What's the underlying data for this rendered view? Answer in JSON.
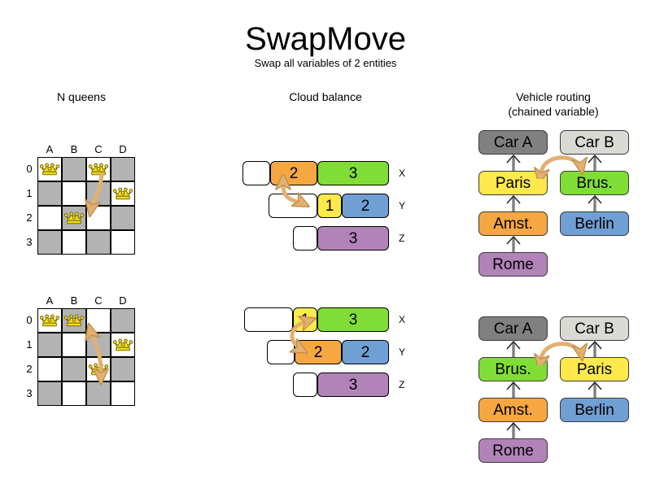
{
  "title": "SwapMove",
  "subtitle": "Swap all variables of 2 entities",
  "headers": {
    "nqueens": "N queens",
    "cloud": "Cloud balance",
    "vrp_line1": "Vehicle routing",
    "vrp_line2": "(chained variable)"
  },
  "colors": {
    "orange": "#f6a741",
    "green": "#80dd36",
    "yellow": "#fde94c",
    "blue": "#6f9fd3",
    "purple": "#b183b8",
    "gray_dark": "#808080",
    "gray_light": "#d9dad4",
    "board_dark": "#b3b3b3",
    "board_light": "#ffffff",
    "arrow": "#e2b070",
    "queen": "#f2dd1e"
  },
  "nqueens": {
    "column_labels": [
      "A",
      "B",
      "C",
      "D"
    ],
    "row_labels": [
      "0",
      "1",
      "2",
      "3"
    ],
    "before": {
      "queens": [
        {
          "col": 0,
          "row": 0,
          "name": "queen-a0"
        },
        {
          "col": 2,
          "row": 0,
          "name": "queen-c0"
        },
        {
          "col": 3,
          "row": 1,
          "name": "queen-d1"
        },
        {
          "col": 1,
          "row": 2,
          "name": "queen-b2"
        }
      ],
      "swap": {
        "from": "C0",
        "to": "B2",
        "direction": "single"
      }
    },
    "after": {
      "queens": [
        {
          "col": 0,
          "row": 0,
          "name": "queen-a0"
        },
        {
          "col": 1,
          "row": 0,
          "name": "queen-b0"
        },
        {
          "col": 3,
          "row": 1,
          "name": "queen-d1"
        },
        {
          "col": 2,
          "row": 2,
          "name": "queen-c2"
        }
      ],
      "swap": {
        "from": "B0",
        "to": "C2",
        "direction": "double"
      }
    }
  },
  "cloud": {
    "before": [
      {
        "label": "X",
        "segments": [
          {
            "value": "",
            "color": "white",
            "width": 34
          },
          {
            "value": "2",
            "color": "orange",
            "width": 58
          },
          {
            "value": "3",
            "color": "green",
            "width": 88
          }
        ]
      },
      {
        "label": "Y",
        "segments": [
          {
            "value": "",
            "color": "white",
            "width": 60
          },
          {
            "value": "1",
            "color": "yellow",
            "width": 30
          },
          {
            "value": "2",
            "color": "blue",
            "width": 58
          }
        ]
      },
      {
        "label": "Z",
        "segments": [
          {
            "value": "",
            "color": "white",
            "width": 30
          },
          {
            "value": "3",
            "color": "purple",
            "width": 88
          }
        ]
      }
    ],
    "after": [
      {
        "label": "X",
        "segments": [
          {
            "value": "",
            "color": "white",
            "width": 60
          },
          {
            "value": "1",
            "color": "yellow",
            "width": 30
          },
          {
            "value": "3",
            "color": "green",
            "width": 88
          }
        ]
      },
      {
        "label": "Y",
        "segments": [
          {
            "value": "",
            "color": "white",
            "width": 34
          },
          {
            "value": "2",
            "color": "orange",
            "width": 58
          },
          {
            "value": "2",
            "color": "blue",
            "width": 58
          }
        ]
      },
      {
        "label": "Z",
        "segments": [
          {
            "value": "",
            "color": "white",
            "width": 30
          },
          {
            "value": "3",
            "color": "purple",
            "width": 88
          }
        ]
      }
    ]
  },
  "vrp": {
    "before": {
      "chain_a": [
        {
          "label": "Car A",
          "color": "gray_dark"
        },
        {
          "label": "Paris",
          "color": "yellow"
        },
        {
          "label": "Amst.",
          "color": "orange"
        },
        {
          "label": "Rome",
          "color": "purple"
        }
      ],
      "chain_b": [
        {
          "label": "Car B",
          "color": "gray_light"
        },
        {
          "label": "Brus.",
          "color": "green"
        },
        {
          "label": "Berlin",
          "color": "blue"
        }
      ],
      "swap": {
        "from": "Paris",
        "to": "Brus."
      }
    },
    "after": {
      "chain_a": [
        {
          "label": "Car A",
          "color": "gray_dark"
        },
        {
          "label": "Brus.",
          "color": "green"
        },
        {
          "label": "Amst.",
          "color": "orange"
        },
        {
          "label": "Rome",
          "color": "purple"
        }
      ],
      "chain_b": [
        {
          "label": "Car B",
          "color": "gray_light"
        },
        {
          "label": "Paris",
          "color": "yellow"
        },
        {
          "label": "Berlin",
          "color": "blue"
        }
      ],
      "swap": {
        "from": "Brus.",
        "to": "Paris"
      }
    }
  }
}
